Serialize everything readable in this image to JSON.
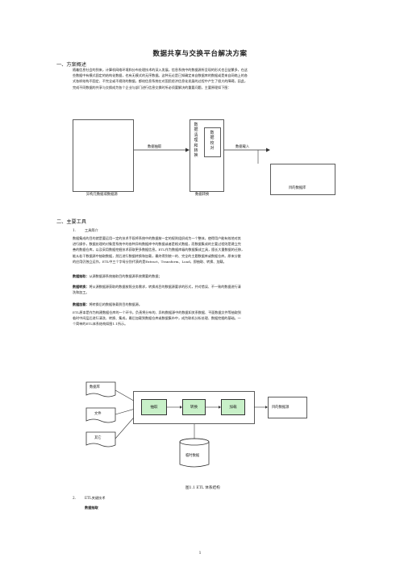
{
  "doc": {
    "title": "数据共享与交换平台解决方案",
    "page_number": "1"
  },
  "section1": {
    "heading": "一、方案概述",
    "para": [
      "随着信息社会的到来，计算机网络环境和分布处理技术的深入发展，信息系统中的数据源所呈现的形式也日益繁多，在这",
      "些数据中有模式固定的结构化数据，也有无模式的无序数据。这种无论是已知确定来自数据库的数据或是来自网络上的各",
      "式各样结构不固定、不完全或不规则的数据，都给信息系统在对国民经济信息化发展的过程中产生了很大的障碍。因此，",
      "完成不同数据的共享与交换成为各个企业与部门进行信息交换时所必须要解决的重要问题，主要原理如下图："
    ]
  },
  "diagram1": {
    "left_label": "异构元数据或数据源",
    "extract_label": "数据抽取",
    "center_vertical": "数据清理和转换",
    "right_inner_vertical": "数据校对",
    "load_label": "数据载入",
    "bottom_label": "数据转换",
    "target_label": "目的数据库"
  },
  "section2": {
    "heading": "二、主要工具",
    "sub1_num": "1.",
    "sub1_title": "工具简介",
    "para1": [
      "数据集成的目的就是要运用一定的技术手段将系统中的数据按一定的规则组织成为一个整体，使得用户能有效地对其",
      "进行操作，数据处理的对象是系统中的各种异构数据库中的数据或者是格式数据，而数据集成的主要过程则是建立完",
      "善的数据仓库，以及采用数据挖掘技术获取更多数据信息。ETL作为数据库级的数据集成工具，擅长大量数据的迁移，",
      "能从若干数据源中抽取数据，然后进行数据转换和加载，最终得到统一的、完全的主题数据库或数据仓库。原来分散",
      "的应用仍独立运作，ETL中三个字母分别代表的是Extract、Transform、Load，即抽取、转换、加载。"
    ],
    "extract_term": "数据抽取：",
    "extract_desc": "从源数据源系统抽取目的数据源系统需要的数据；",
    "transform_term": "数据转换：",
    "transform_desc": "将从源数据源获取的数据按照业务需求，转换成目的数据源要求的形式，并对错误、不一致的数据进行清",
    "transform_desc2": "洗和加工。",
    "load_term": "数据加载：",
    "load_desc": "将转换后的数据装载到目的数据源。",
    "para2": [
      "ETL原本是作为构建数据仓库的一个环节，负责将分布的、异构数据源中的数据如关系数据、平面数据文件等抽取到",
      "临时中间层后进行清洗、转换、集成，最后加载到数据仓库或数据集市中，成为联机分析处理、数据挖掘的基础。一",
      "个简单的ETL体系结构如图1.1所示。"
    ]
  },
  "diagram2": {
    "source1": "数据库",
    "source2": "文件",
    "source3": "其它",
    "extract": "抽取",
    "transform": "转换",
    "load": "加载",
    "temp": "临时数据",
    "target": "目的数据源",
    "caption": "图1.1 ETL 体系结构"
  },
  "section3": {
    "sub2_num": "2.",
    "sub2_title": "ETL关键技术",
    "sub2_item": "数据抽取"
  }
}
